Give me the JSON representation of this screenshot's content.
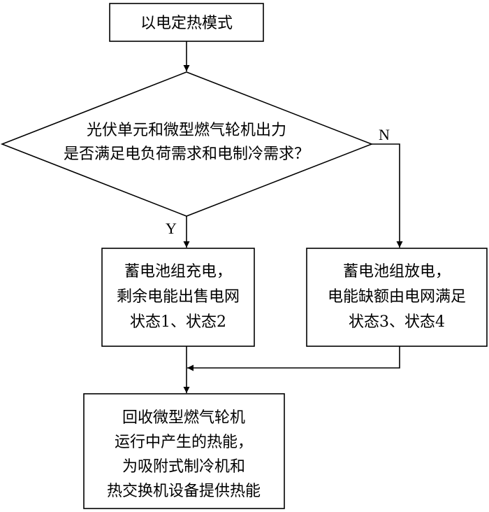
{
  "flowchart": {
    "start": {
      "text": "以电定热模式"
    },
    "decision": {
      "lines": [
        "光伏单元和微型燃气轮机出力",
        "是否满足电负荷需求和电制冷需求？"
      ]
    },
    "yes_label": "Y",
    "no_label": "N",
    "charge_box": {
      "lines": [
        "蓄电池组充电，",
        "剩余电能出售电网",
        "状态1、状态2"
      ]
    },
    "discharge_box": {
      "lines": [
        "蓄电池组放电，",
        "电能缺额由电网满足",
        "状态3、状态4"
      ]
    },
    "recover_box": {
      "lines": [
        "回收微型燃气轮机",
        "运行中产生的热能，",
        "为吸附式制冷机和",
        "热交换机设备提供热能"
      ]
    }
  }
}
